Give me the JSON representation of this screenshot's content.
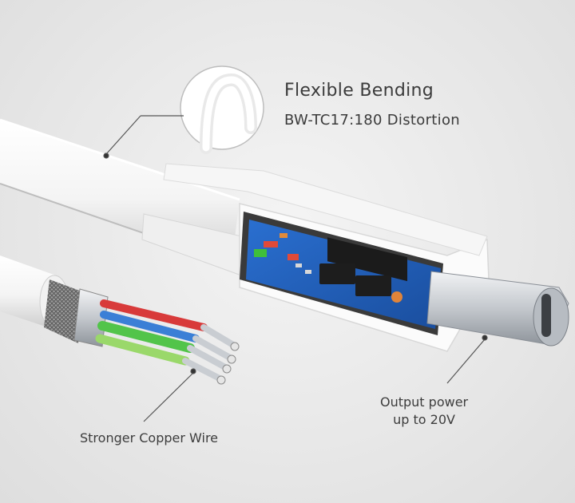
{
  "callouts": {
    "bending_title": "Flexible Bending",
    "bending_subtitle": "BW-TC17:180 Distortion",
    "output_line1": "Output power",
    "output_line2": "up to 20V",
    "copper_label": "Stronger Copper Wire"
  },
  "colors": {
    "background": "#e9e9e9",
    "cable_white": "#f7f7f7",
    "pcb_blue": "#1f5fbf",
    "wire_red": "#d83a3a",
    "wire_blue": "#3b7fd6",
    "wire_green": "#52c44a",
    "wire_light_green": "#9ad86a",
    "connector_metal": "#c9cdd2"
  },
  "icons": [
    "bent-cable-circle-icon",
    "usb-c-plug-icon",
    "circuit-board-icon",
    "copper-wire-bundle-icon"
  ]
}
